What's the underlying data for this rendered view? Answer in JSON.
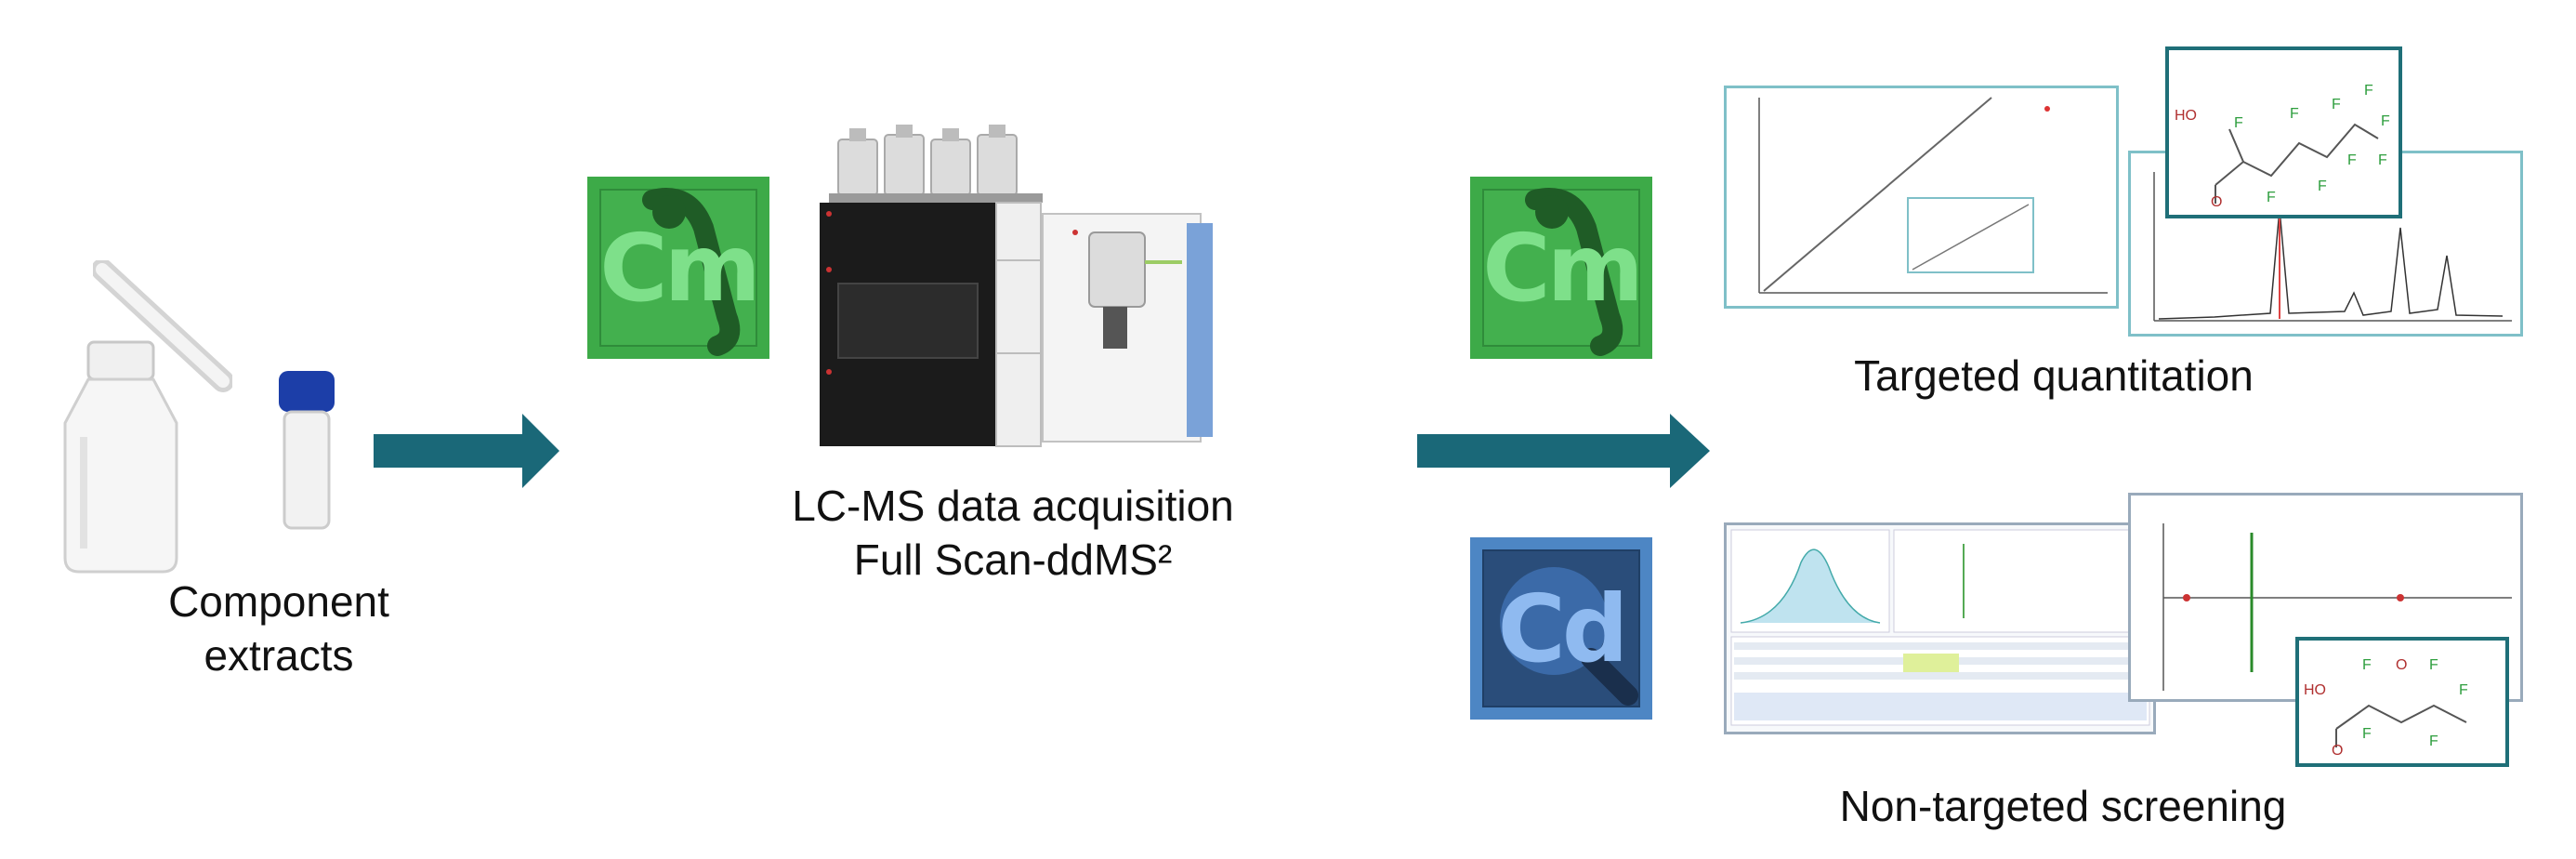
{
  "labels": {
    "component_line1": "Component",
    "component_line2": "extracts",
    "lcms_line1": "LC-MS data acquisition",
    "lcms_line2": "Full Scan-ddMS²",
    "targeted": "Targeted quantitation",
    "nontargeted": "Non-targeted screening"
  },
  "logos": {
    "compound_mass_letters": "Cm",
    "compound_discoverer_letters": "Cd"
  },
  "colors": {
    "arrow": "#1a6878",
    "cm_green": "#3daa48",
    "cm_green_dark": "#1f7a2e",
    "cd_blue": "#4d86c4",
    "cd_blue_dark": "#1f3f66",
    "panel_border": "#7fc0c8",
    "struct_border": "#1f6f78",
    "fluorine_text": "#2e9e3e",
    "oxygen_text": "#b03030"
  },
  "icons": [
    "bottle-icon",
    "tube-icon",
    "vial-icon",
    "arrow-right-icon",
    "lcms-instrument-icon",
    "calibration-curve-icon",
    "mass-spectrum-icon",
    "molecule-structure-icon",
    "software-screenshot-icon"
  ],
  "structures": {
    "top": {
      "f_atoms": [
        "F",
        "F",
        "F",
        "F",
        "F",
        "F",
        "F",
        "F",
        "F"
      ],
      "o_atoms": [
        "HO",
        "O"
      ]
    },
    "bottom": {
      "f_atoms": [
        "F",
        "F",
        "F",
        "F",
        "F"
      ],
      "o_atoms": [
        "HO",
        "O",
        "O"
      ]
    }
  }
}
